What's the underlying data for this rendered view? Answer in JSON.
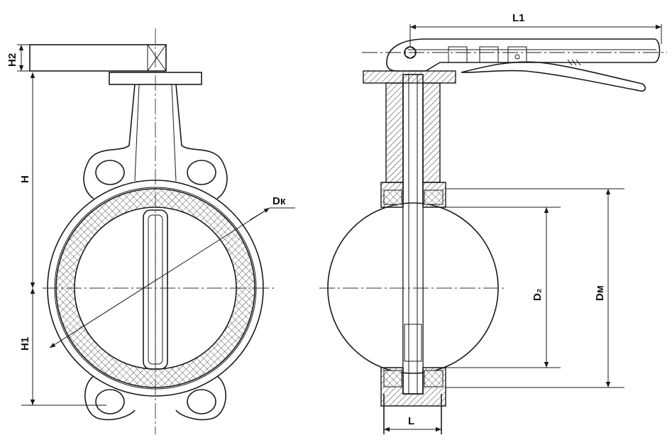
{
  "labels": {
    "h2": "H2",
    "h": "H",
    "h1": "H1",
    "dk": "Dк",
    "l1": "L1",
    "d2": "D₂",
    "dm": "Dм",
    "l": "L"
  },
  "colors": {
    "line": "#1a1a1a",
    "background": "#ffffff"
  }
}
